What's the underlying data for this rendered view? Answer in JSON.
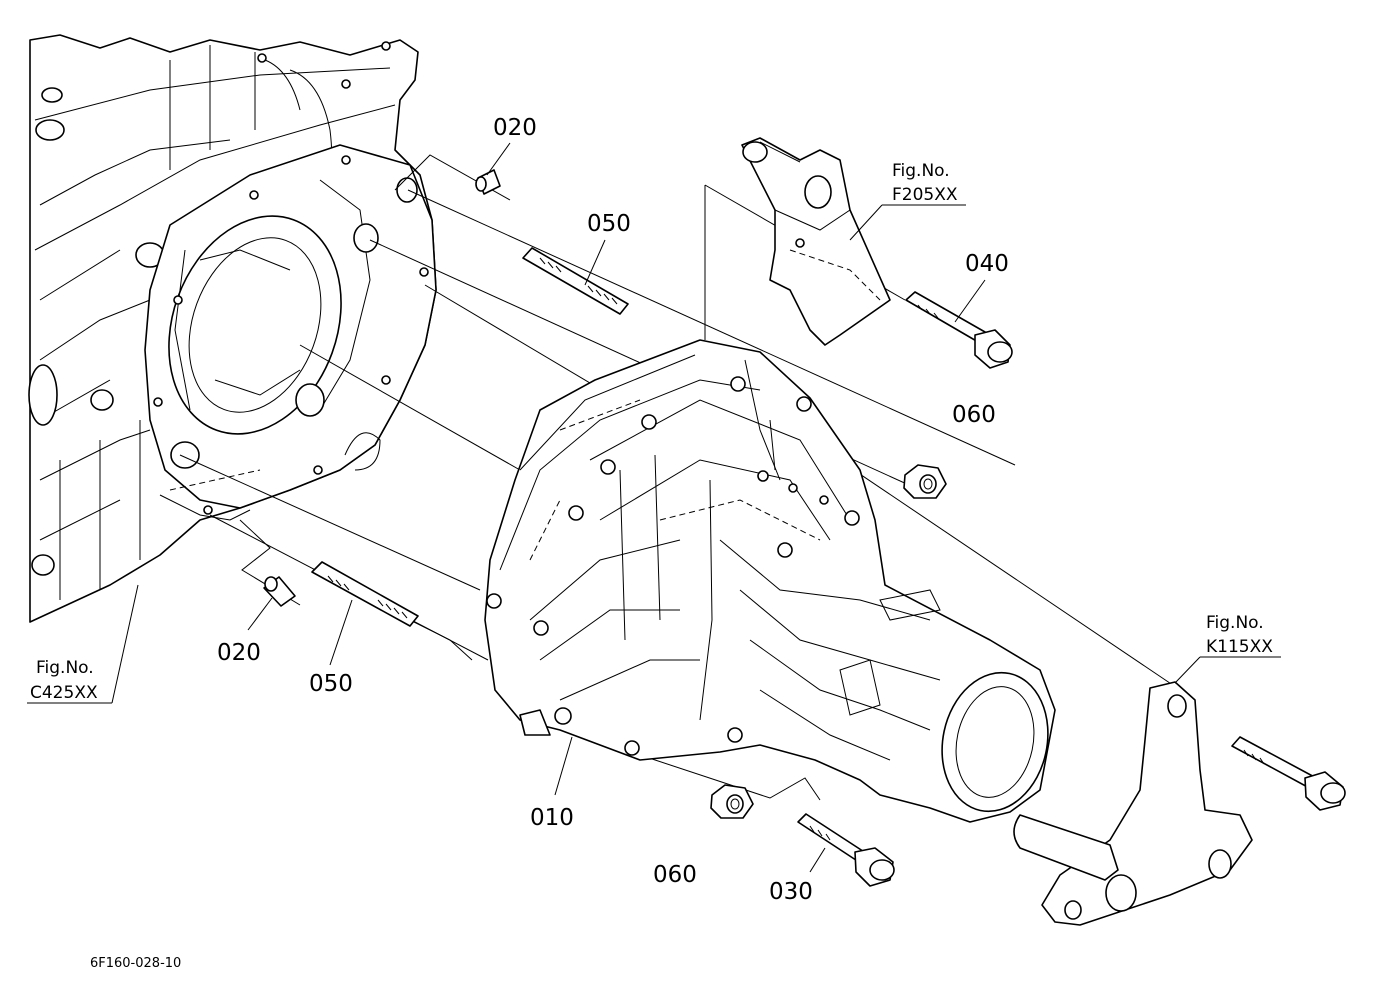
{
  "callouts": {
    "p020_top": "020",
    "p050_top": "050",
    "p040": "040",
    "p060_right": "060",
    "p020_bottom": "020",
    "p050_bottom": "050",
    "p010": "010",
    "p060_bottom": "060",
    "p030": "030"
  },
  "figure_refs": {
    "f205": {
      "label": "Fig.No.",
      "number": "F205XX"
    },
    "k115": {
      "label": "Fig.No.",
      "number": "K115XX"
    },
    "c425": {
      "label": "Fig.No.",
      "number": "C425XX"
    }
  },
  "diagram_code": "6F160-028-10"
}
